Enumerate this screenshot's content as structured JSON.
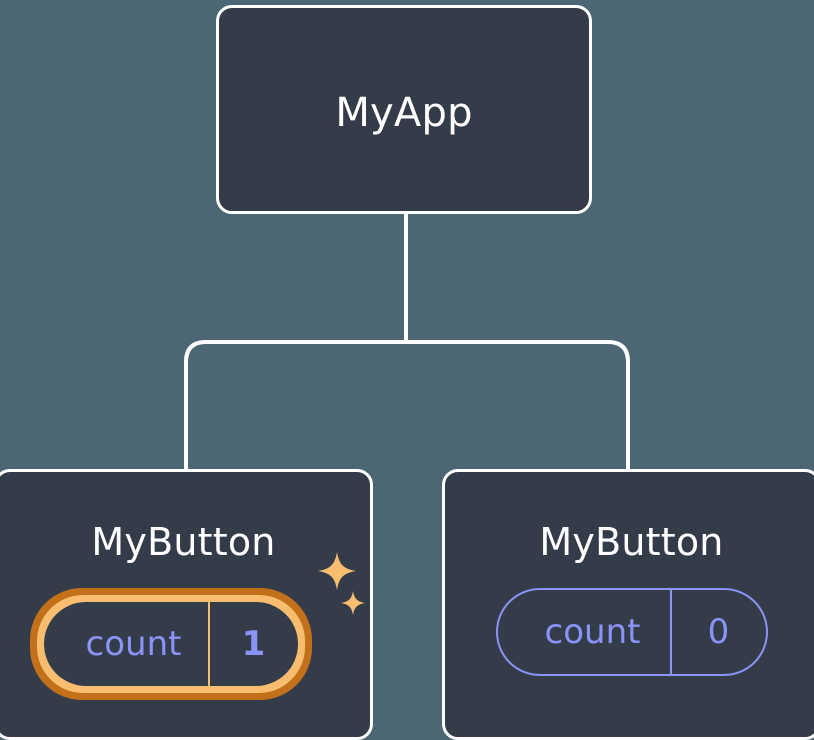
{
  "diagram": {
    "type": "component-tree",
    "title_icon": "component-tree",
    "background_color": "#4c6773",
    "node_fill_color": "#343c4a",
    "node_border_color": "#ffffff",
    "connector_color": "#ffffff",
    "accent_state_color": "#8a93f7",
    "highlight_outer_color": "#c2711a",
    "highlight_inner_color": "#f8bd6f",
    "sparkle_color": "#f8bd6f"
  },
  "root": {
    "label": "MyApp"
  },
  "children": [
    {
      "label": "MyButton",
      "state": {
        "key": "count",
        "value": "1"
      },
      "highlighted": true,
      "sparkle": true
    },
    {
      "label": "MyButton",
      "state": {
        "key": "count",
        "value": "0"
      },
      "highlighted": false,
      "sparkle": false
    }
  ]
}
